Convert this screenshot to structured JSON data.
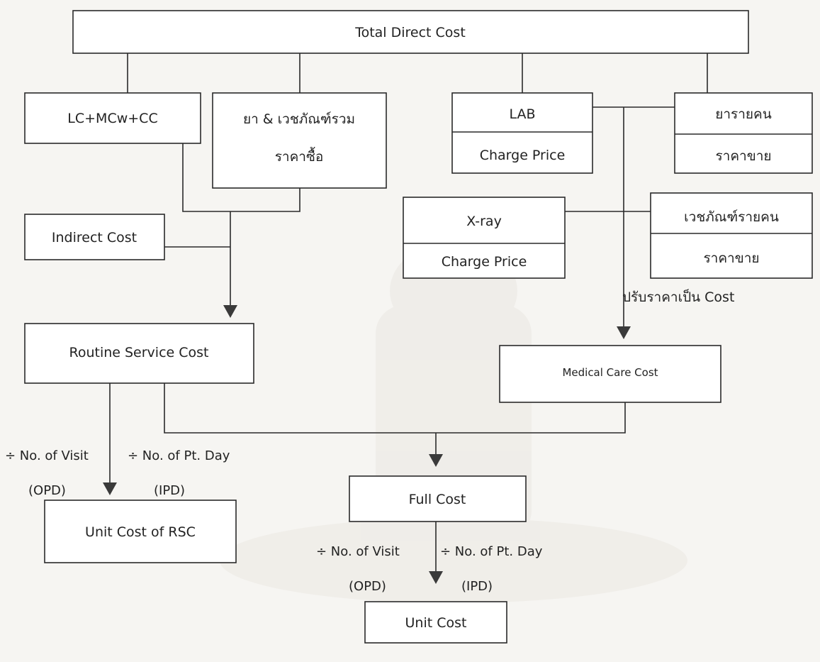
{
  "nodes": {
    "total_direct_cost": "Total Direct Cost",
    "lc_mcw_cc": "LC+MCw+CC",
    "drugs_supplies_total": "ยา & เวชภัณฑ์รวม",
    "drugs_supplies_total_price": "ราคาซื้อ",
    "lab": "LAB",
    "lab_price": "Charge Price",
    "drugs_per_patient": "ยารายคน",
    "drugs_per_patient_price": "ราคาขาย",
    "indirect_cost": "Indirect Cost",
    "xray": "X-ray",
    "xray_price": "Charge Price",
    "supplies_per_patient": "เวชภัณฑ์รายคน",
    "supplies_per_patient_price": "ราคาขาย",
    "routine_service_cost": "Routine Service Cost",
    "medical_care_cost": "Medical Care Cost",
    "full_cost": "Full Cost",
    "unit_cost_rsc": "Unit Cost of RSC",
    "unit_cost": "Unit Cost"
  },
  "labels": {
    "adjust_price_to_cost": "ปรับราคาเป็น Cost",
    "rsc_div_visit": "÷ No. of Visit",
    "rsc_opd": "(OPD)",
    "rsc_div_ptday": "÷ No. of  Pt. Day",
    "rsc_ipd": "(IPD)",
    "full_div_visit": "÷ No. of Visit",
    "full_opd": "(OPD)",
    "full_div_ptday": "÷ No. of  Pt. Day",
    "full_ipd": "(IPD)"
  }
}
